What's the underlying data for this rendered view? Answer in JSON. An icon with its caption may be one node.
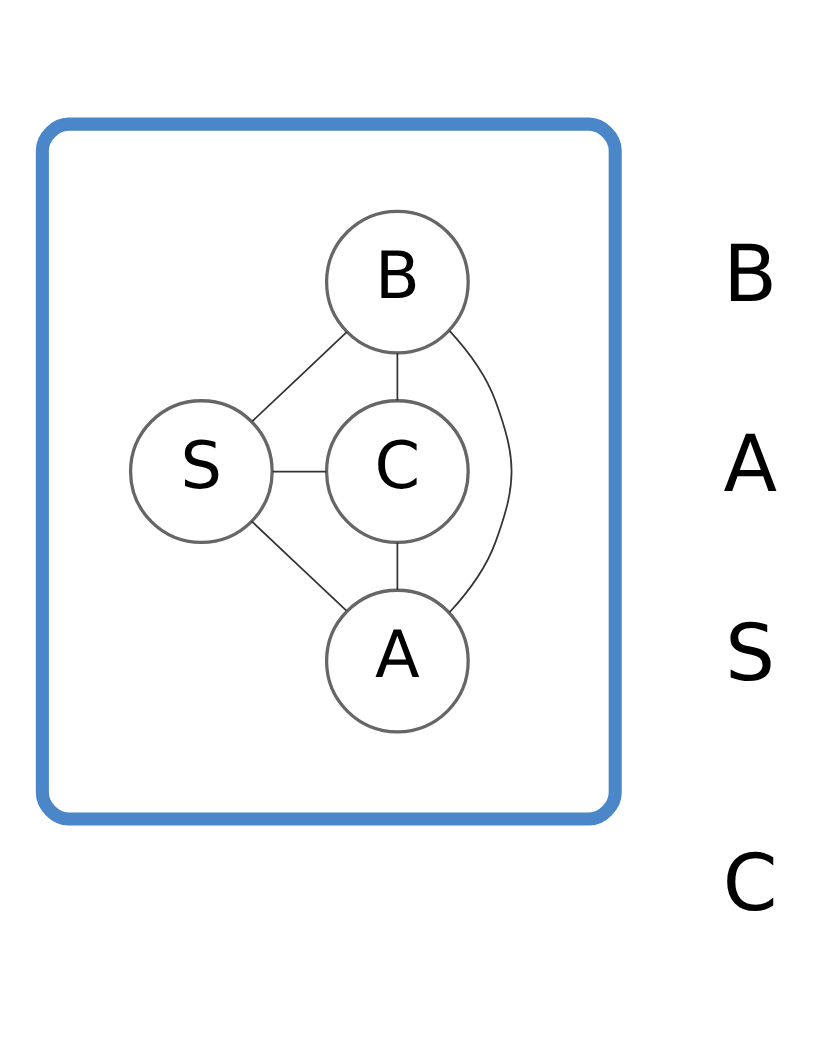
{
  "diagram": {
    "nodes": [
      {
        "text": [],
        "shape": "ellipse"
      },
      {
        "text": [
          "B"
        ],
        "in": 0
      },
      {
        "text": [
          "S"
        ],
        "in": 0
      },
      {
        "text": [
          "C"
        ],
        "in": 0
      },
      {
        "text": [
          "A"
        ],
        "in": 0
      }
    ],
    "edges": [
      {
        "from": 1,
        "to": 2,
        "arrow": "none"
      },
      {
        "from": 1,
        "to": 3,
        "arrow": "none"
      },
      {
        "from": 1,
        "to": 4,
        "arrow": "none"
      },
      {
        "from": 2,
        "to": 3,
        "arrow": "none"
      },
      {
        "from": 2,
        "to": 4,
        "arrow": "none"
      },
      {
        "from": 3,
        "to": 4,
        "arrow": "none"
      }
    ],
    "labels": [
      "B",
      "A",
      "S",
      "C"
    ]
  }
}
